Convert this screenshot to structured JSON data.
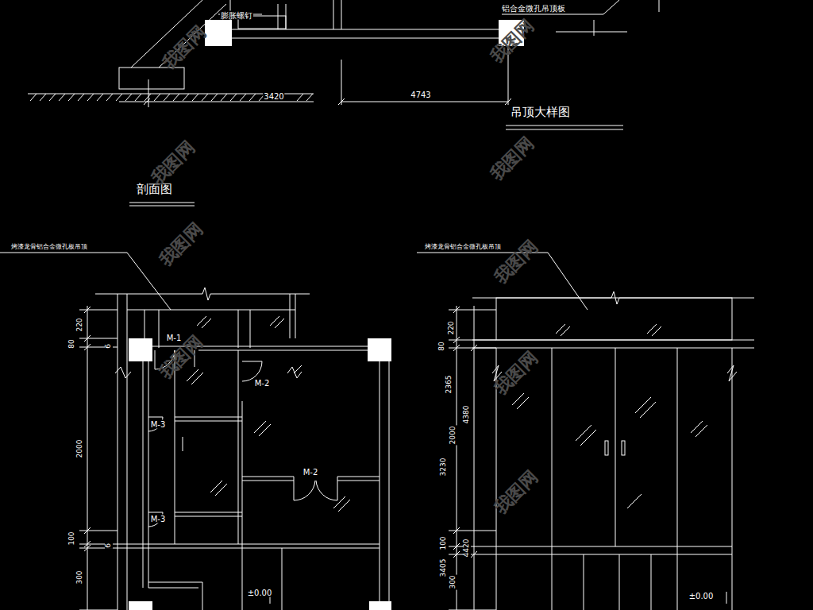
{
  "diagram": {
    "labels": [
      "膨胀螺钉",
      "铝合金微孔吊顶板",
      "3420",
      "4743",
      "吊顶大样图",
      "剖面图",
      "烤漆龙骨铝合金微孔板吊顶",
      "烤漆龙骨铝合金微孔板吊顶",
      "220",
      "80",
      "6",
      "2000",
      "100",
      "6",
      "300",
      "M-1",
      "M-2",
      "M-3",
      "M-2",
      "M-3",
      "±0.00",
      "220",
      "80",
      "2365",
      "4380",
      "2000",
      "3230",
      "100",
      "4420",
      "3405",
      "300",
      "±0.00",
      "我图网",
      "我图网",
      "我图网",
      "我图网",
      "我图网",
      "我图网",
      "我图网",
      "我图网",
      "我图网"
    ]
  }
}
